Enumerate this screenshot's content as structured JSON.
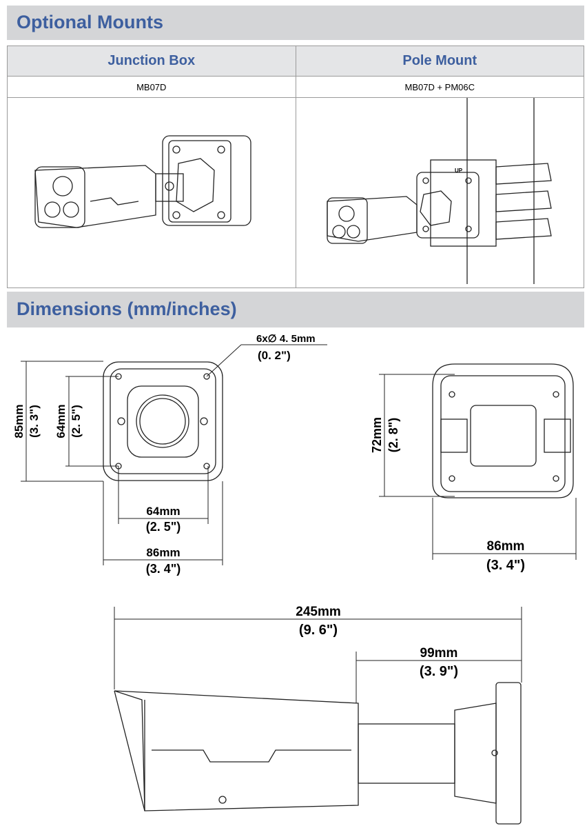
{
  "sections": {
    "optional_mounts": "Optional Mounts",
    "dimensions": "Dimensions (mm/inches)"
  },
  "mounts": [
    {
      "name": "Junction Box",
      "model": "MB07D"
    },
    {
      "name": "Pole Mount",
      "model": "MB07D + PM06C"
    }
  ],
  "pole_label": "UP",
  "dims": {
    "holes": "6x∅ 4. 5mm",
    "holes_in": "(0. 2\")",
    "h85": "85mm",
    "h85_in": "(3. 3\")",
    "h64": "64mm",
    "h64_in": "(2. 5\")",
    "w64": "64mm",
    "w64_in": "(2. 5\")",
    "w86": "86mm",
    "w86_in": "(3. 4\")",
    "h72": "72mm",
    "h72_in": "(2. 8\")",
    "w86b": "86mm",
    "w86b_in": "(3. 4\")",
    "l245": "245mm",
    "l245_in": "(9. 6\")",
    "l99": "99mm",
    "l99_in": "(3. 9\")"
  }
}
